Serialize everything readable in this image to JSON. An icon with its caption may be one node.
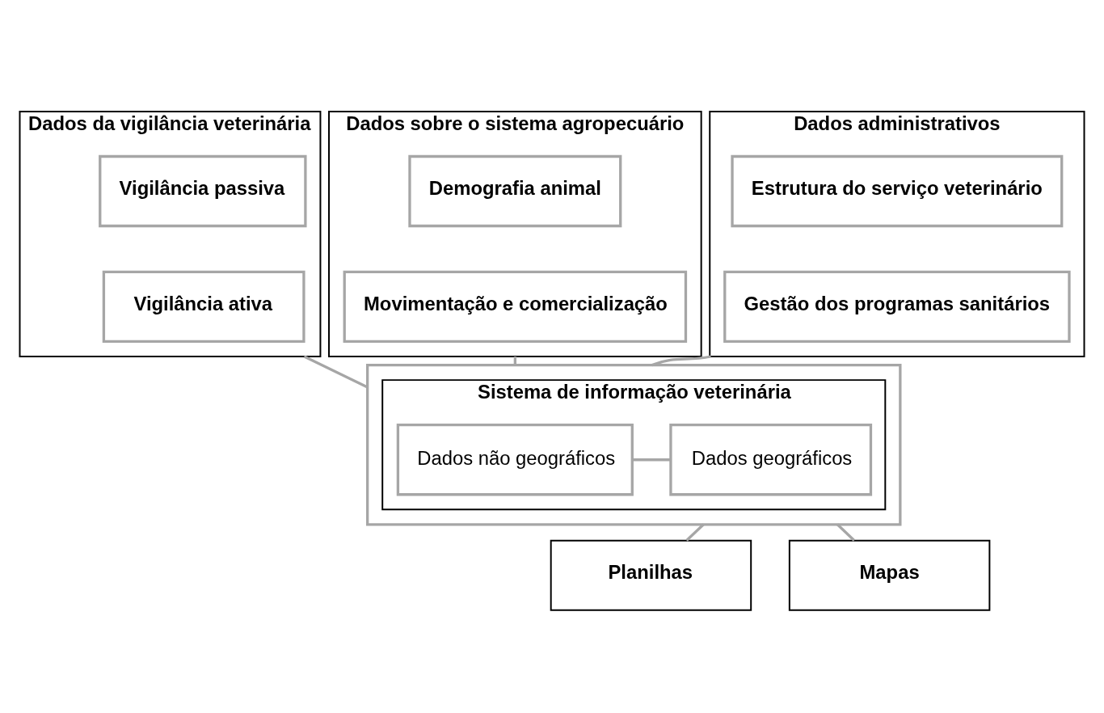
{
  "diagram": {
    "nodes": [
      {
        "text": [
          "Dados da vigilância veterinária"
        ]
      },
      {
        "text": [
          "Vigilância passiva"
        ],
        "in": 0
      },
      {
        "text": [
          "Vigilância ativa"
        ],
        "in": 0
      },
      {
        "text": [
          "Dados sobre o sistema agropecuário"
        ]
      },
      {
        "text": [
          "Demografia animal"
        ],
        "in": 3
      },
      {
        "text": [
          "Movimentação e comercialização"
        ],
        "in": 3
      },
      {
        "text": [
          "Dados administrativos"
        ]
      },
      {
        "text": [
          "Estrutura do serviço veterinário"
        ],
        "in": 6
      },
      {
        "text": [
          "Gestão dos programas sanitários"
        ],
        "in": 6
      },
      {
        "text": [],
        "shape": "box"
      },
      {
        "text": [
          "Sistema de informação veterinária"
        ],
        "in": 9
      },
      {
        "text": [
          "Dados não geográficos"
        ],
        "in": 10
      },
      {
        "text": [
          "Dados geográficos"
        ],
        "in": 10
      },
      {
        "text": [
          "Planilhas"
        ]
      },
      {
        "text": [
          "Mapas"
        ]
      }
    ],
    "edges": [
      {
        "from": 0,
        "to": 9,
        "arrow": "none"
      },
      {
        "from": 3,
        "to": 9,
        "arrow": "none"
      },
      {
        "from": 6,
        "to": 9,
        "arrow": "none"
      },
      {
        "from": 11,
        "to": 12,
        "arrow": "none"
      },
      {
        "from": 9,
        "to": 13,
        "arrow": "none"
      },
      {
        "from": 9,
        "to": 14,
        "arrow": "none"
      }
    ]
  }
}
